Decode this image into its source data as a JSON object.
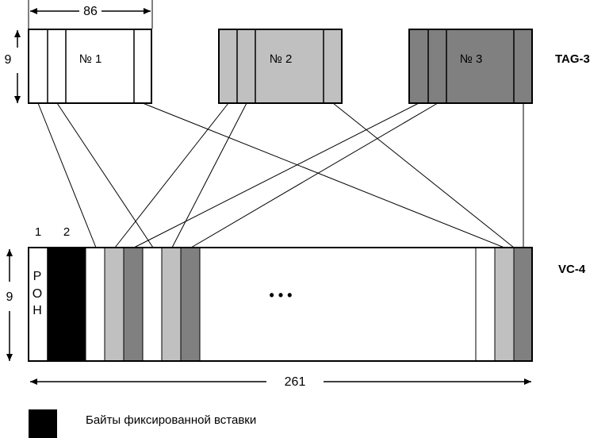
{
  "dimensions": {
    "tug_width": "86",
    "tug_height": "9",
    "vc_height": "9",
    "vc_width": "261"
  },
  "tugs": [
    {
      "label": "№ 1",
      "fill": "#ffffff",
      "stripe_fill": "#ffffff"
    },
    {
      "label": "№ 2",
      "fill": "#c0c0c0",
      "stripe_fill": "#c0c0c0"
    },
    {
      "label": "№ 3",
      "fill": "#808080",
      "stripe_fill": "#808080"
    }
  ],
  "labels": {
    "tug_group": "TAG-3",
    "vc": "VC-4",
    "col1": "1",
    "col2": "2",
    "poh_p": "P",
    "poh_o": "O",
    "poh_h": "H",
    "ellipsis": "• • •"
  },
  "legend": {
    "swatch_color": "#000000",
    "text": "Байты фиксированной вставки"
  },
  "colors": {
    "white": "#ffffff",
    "light_gray": "#c0c0c0",
    "dark_gray": "#808080",
    "black": "#000000"
  }
}
